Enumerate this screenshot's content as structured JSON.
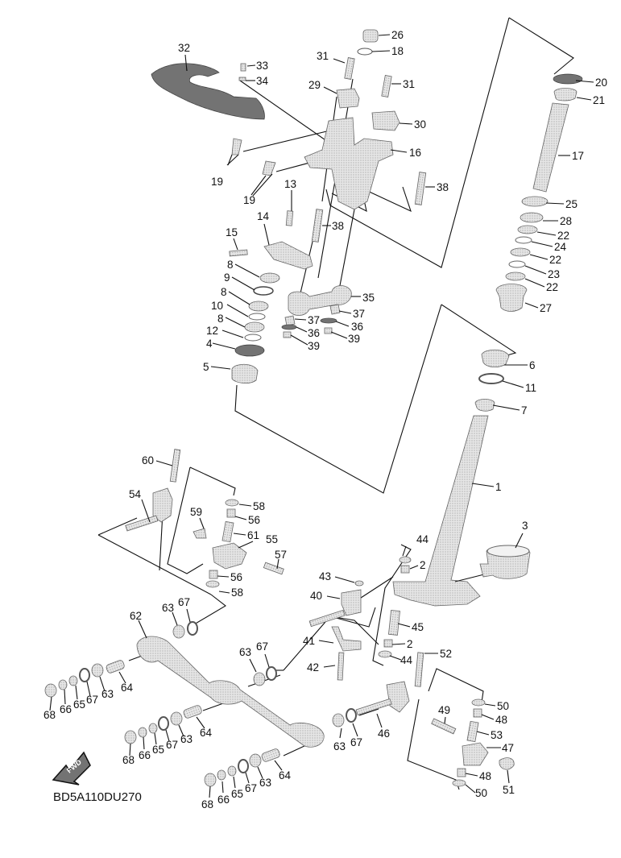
{
  "diagram": {
    "type": "exploded-parts-diagram",
    "subject": "steering stem / steering linkage assembly",
    "drawing_code": "BD5A110DU270",
    "fwd_label": "FWD",
    "callouts": {
      "p1": "1",
      "p2a": "2",
      "p2b": "2",
      "p3": "3",
      "p4": "4",
      "p5": "5",
      "p6": "6",
      "p7": "7",
      "p8a": "8",
      "p8b": "8",
      "p8c": "8",
      "p9": "9",
      "p10": "10",
      "p11": "11",
      "p12": "12",
      "p13": "13",
      "p14": "14",
      "p15": "15",
      "p16": "16",
      "p17": "17",
      "p18": "18",
      "p19a": "19",
      "p19b": "19",
      "p20": "20",
      "p21": "21",
      "p22a": "22",
      "p22b": "22",
      "p22c": "22",
      "p23": "23",
      "p24": "24",
      "p25": "25",
      "p26": "26",
      "p27": "27",
      "p28": "28",
      "p29": "29",
      "p30": "30",
      "p31a": "31",
      "p31b": "31",
      "p32": "32",
      "p33": "33",
      "p34": "34",
      "p35": "35",
      "p36a": "36",
      "p36b": "36",
      "p37a": "37",
      "p37b": "37",
      "p38a": "38",
      "p38b": "38",
      "p39a": "39",
      "p39b": "39",
      "p40": "40",
      "p41": "41",
      "p42": "42",
      "p43": "43",
      "p44a": "44",
      "p44b": "44",
      "p45": "45",
      "p46": "46",
      "p47": "47",
      "p48a": "48",
      "p48b": "48",
      "p49": "49",
      "p50a": "50",
      "p50b": "50",
      "p51": "51",
      "p52": "52",
      "p53": "53",
      "p54": "54",
      "p55": "55",
      "p56a": "56",
      "p56b": "56",
      "p57": "57",
      "p58a": "58",
      "p58b": "58",
      "p59": "59",
      "p60": "60",
      "p61": "61",
      "p62": "62",
      "p63a": "63",
      "p63b": "63",
      "p63c": "63",
      "p63d": "63",
      "p63e": "63",
      "p63f": "63",
      "p64a": "64",
      "p64b": "64",
      "p64c": "64",
      "p65a": "65",
      "p65b": "65",
      "p65c": "65",
      "p66a": "66",
      "p66b": "66",
      "p66c": "66",
      "p67a": "67",
      "p67b": "67",
      "p67c": "67",
      "p67d": "67",
      "p67e": "67",
      "p67f": "67",
      "p68a": "68",
      "p68b": "68",
      "p68c": "68"
    }
  }
}
